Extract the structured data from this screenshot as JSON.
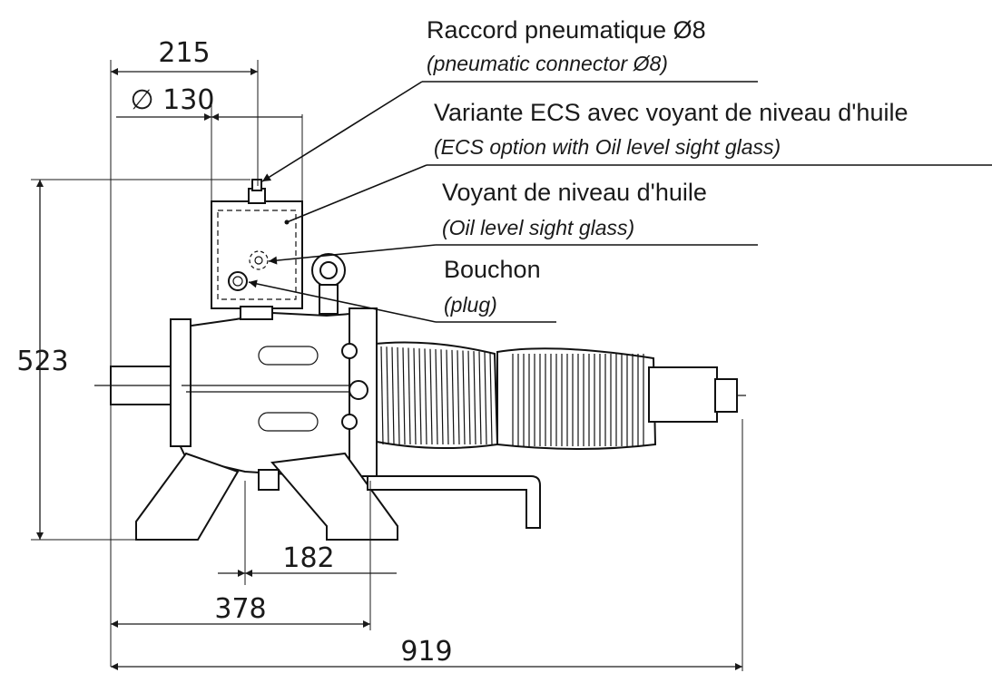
{
  "dimensions": {
    "width_top": "215",
    "tank_diameter": "∅ 130",
    "height": "523",
    "foot_span": "182",
    "base_length": "378",
    "total_length": "919"
  },
  "callouts": [
    {
      "label": "Raccord pneumatique Ø8",
      "translation": "(pneumatic connector Ø8)"
    },
    {
      "label": "Variante ECS avec voyant de niveau d'huile",
      "translation": "(ECS option with Oil level sight glass)"
    },
    {
      "label": "Voyant de niveau d'huile",
      "translation": "(Oil level sight glass)"
    },
    {
      "label": "Bouchon",
      "translation": "(plug)"
    }
  ]
}
